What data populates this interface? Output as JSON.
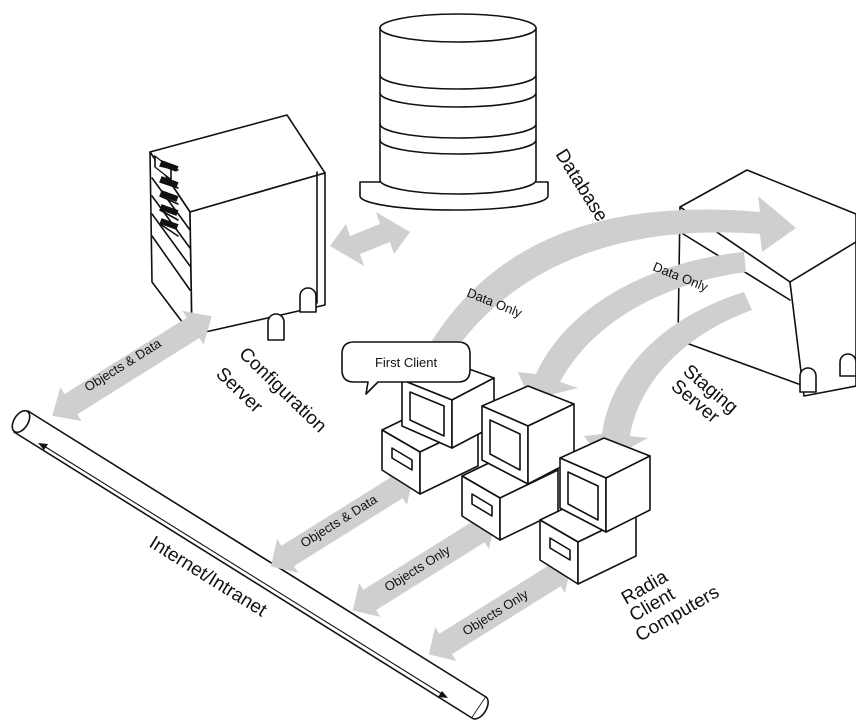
{
  "labels": {
    "database": "Database",
    "configuration_server": [
      "Configuration",
      "Server"
    ],
    "staging_server": [
      "Staging",
      "Server"
    ],
    "clients": [
      "Radia",
      "Client",
      "Computers"
    ],
    "network": "Internet/Intranet",
    "first_client": "First Client"
  },
  "arrow_labels": {
    "config_network": "Objects & Data",
    "data_only_1": "Data Only",
    "data_only_2": "Data Only",
    "client1_network": "Objects & Data",
    "client2_network": "Objects Only",
    "client3_network": "Objects Only"
  },
  "colors": {
    "arrow_fill": "#cfcfcf",
    "outline": "#111111"
  }
}
